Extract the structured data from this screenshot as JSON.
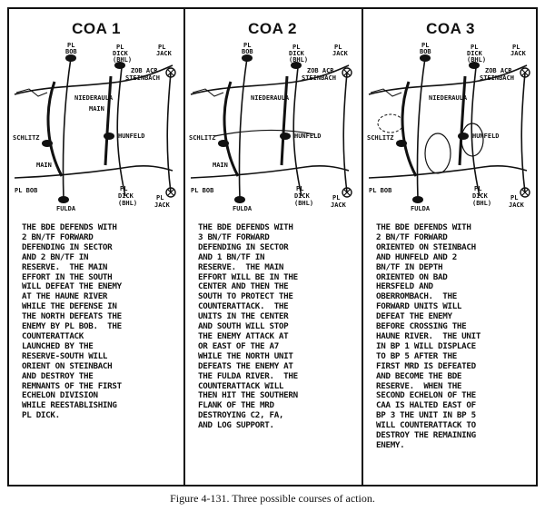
{
  "panels": [
    {
      "title": "COA 1",
      "map_labels": {
        "pl_bob_top": "PL",
        "pl_bob_top2": "BOB",
        "pl_dick_top": "PL",
        "pl_dick_top2": "DICK",
        "pl_dick_top3": "(BHL)",
        "pl_jack_top": "PL",
        "pl_jack_top2": "JACK",
        "zob": "ZOB ACR",
        "steinbach": "STEINBACH",
        "niederaula": "NIEDERAULA",
        "hunfeld": "HUNFELD",
        "schlitz": "SCHLITZ",
        "pl_bob_bottom": "PL BOB",
        "fulda": "FULDA",
        "pl_dick_bottom": "PL",
        "pl_dick_bottom2": "DICK",
        "pl_dick_bottom3": "(BHL)",
        "pl_jack_bottom": "PL",
        "pl_jack_bottom2": "JACK",
        "axis_north": "MAIN",
        "axis_south": "MAIN"
      },
      "text": "THE BDE DEFENDS WITH\n2 BN/TF FORWARD\nDEFENDING IN SECTOR\nAND 2 BN/TF IN\nRESERVE.  THE MAIN\nEFFORT IN THE SOUTH\nWILL DEFEAT THE ENEMY\nAT THE HAUNE RIVER\nWHILE THE DEFENSE IN\nTHE NORTH DEFEATS THE\nENEMY BY PL BOB.  THE\nCOUNTERATTACK\nLAUNCHED BY THE\nRESERVE-SOUTH WILL\nORIENT ON STEINBACH\nAND DESTROY THE\nREMNANTS OF THE FIRST\nECHELON DIVISION\nWHILE REESTABLISHING\nPL DICK."
    },
    {
      "title": "COA 2",
      "map_labels": {
        "pl_bob_top": "PL",
        "pl_bob_top2": "BOB",
        "pl_dick_top": "PL",
        "pl_dick_top2": "DICK",
        "pl_dick_top3": "(BHL)",
        "pl_jack_top": "PL",
        "pl_jack_top2": "JACK",
        "zob": "ZOB ACR",
        "steinbach": "STEINBACH",
        "niederaula": "NIEDERAULA",
        "hunfeld": "HUNFELD",
        "schlitz": "SCHLITZ",
        "pl_bob_bottom": "PL BOB",
        "fulda": "FULDA",
        "pl_dick_bottom": "PL",
        "pl_dick_bottom2": "DICK",
        "pl_dick_bottom3": "(BHL)",
        "pl_jack_bottom": "PL",
        "pl_jack_bottom2": "JACK",
        "axis_north": "",
        "axis_south": "MAIN"
      },
      "text": "THE BDE DEFENDS WITH\n3 BN/TF FORWARD\nDEFENDING IN SECTOR\nAND 1 BN/TF IN\nRESERVE.  THE MAIN\nEFFORT WILL BE IN THE\nCENTER AND THEN THE\nSOUTH TO PROTECT THE\nCOUNTERATTACK.  THE\nUNITS IN THE CENTER\nAND SOUTH WILL STOP\nTHE ENEMY ATTACK AT\nOR EAST OF THE A7\nWHILE THE NORTH UNIT\nDEFEATS THE ENEMY AT\nTHE FULDA RIVER.  THE\nCOUNTERATTACK WILL\nTHEN HIT THE SOUTHERN\nFLANK OF THE MRD\nDESTROYING C2, FA,\nAND LOG SUPPORT."
    },
    {
      "title": "COA 3",
      "map_labels": {
        "pl_bob_top": "PL",
        "pl_bob_top2": "BOB",
        "pl_dick_top": "PL",
        "pl_dick_top2": "DICK",
        "pl_dick_top3": "(BHL)",
        "pl_jack_top": "PL",
        "pl_jack_top2": "JACK",
        "zob": "ZOB ACR",
        "steinbach": "STEINBACH",
        "niederaula": "NIEDERAULA",
        "hunfeld": "HUNFELD",
        "schlitz": "SCHLITZ",
        "pl_bob_bottom": "PL BOB",
        "fulda": "FULDA",
        "pl_dick_bottom": "PL",
        "pl_dick_bottom2": "DICK",
        "pl_dick_bottom3": "(BHL)",
        "pl_jack_bottom": "PL",
        "pl_jack_bottom2": "JACK",
        "axis_north": "",
        "axis_south": ""
      },
      "text": "THE BDE DEFENDS WITH\n2 BN/TF FORWARD\nORIENTED ON STEINBACH\nAND HUNFELD AND 2\nBN/TF IN DEPTH\nORIENTED ON BAD\nHERSFELD AND\nOBERROMBACH.  THE\nFORWARD UNITS WILL\nDEFEAT THE ENEMY\nBEFORE CROSSING THE\nHAUNE RIVER.  THE UNIT\nIN BP 1 WILL DISPLACE\nTO BP 5 AFTER THE\nFIRST MRD IS DEFEATED\nAND BECOME THE BDE\nRESERVE.  WHEN THE\nSECOND ECHELON OF THE\nCAA IS HALTED EAST OF\nBP 3 THE UNIT IN BP 5\nWILL COUNTERATTACK TO\nDESTROY THE REMAINING\nENEMY."
    }
  ],
  "caption": "Figure 4-131.  Three possible courses of action."
}
